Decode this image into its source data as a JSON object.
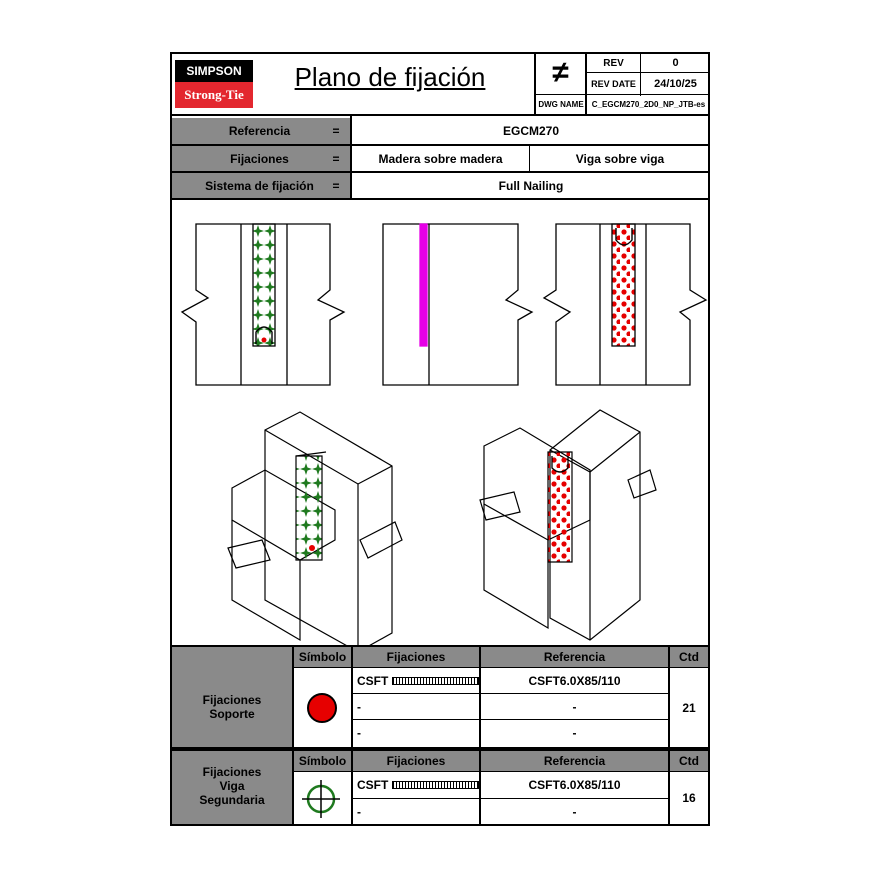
{
  "logo": {
    "top": "SIMPSON",
    "bottom": "Strong-Tie"
  },
  "header": {
    "title": "Plano de fijación",
    "rev_label": "REV",
    "rev_value": "0",
    "rev_date_label": "REV DATE",
    "rev_date_value": "24/10/25",
    "dwg_label": "DWG NAME",
    "dwg_value": "C_EGCM270_2D0_NP_JTB-es"
  },
  "info": {
    "rows": [
      {
        "label": "Referencia",
        "eq": "=",
        "value": "EGCM270"
      },
      {
        "label": "Fijaciones",
        "eq": "=",
        "value_a": "Madera sobre madera",
        "value_b": "Viga sobre viga"
      },
      {
        "label": "Sistema de fijación",
        "eq": "=",
        "value": "Full Nailing"
      }
    ]
  },
  "colors": {
    "green": "#1f7a1f",
    "red": "#e60000",
    "magenta": "#e600e6",
    "gray": "#8a8a8a"
  },
  "table1": {
    "group": "Fijaciones Soporte",
    "headers": {
      "symbol": "Símbolo",
      "fix": "Fijaciones",
      "ref": "Referencia",
      "qty": "Ctd"
    },
    "rows": [
      {
        "fix": "CSFT",
        "ref": "CSFT6.0X85/110"
      },
      {
        "fix": "-",
        "ref": "-"
      },
      {
        "fix": "-",
        "ref": "-"
      }
    ],
    "qty": "21",
    "symbol_icon": "red-circle-icon"
  },
  "table2": {
    "group": "Fijaciones Viga Segundaria",
    "headers": {
      "symbol": "Símbolo",
      "fix": "Fijaciones",
      "ref": "Referencia",
      "qty": "Ctd"
    },
    "rows": [
      {
        "fix": "CSFT",
        "ref": "CSFT6.0X85/110"
      },
      {
        "fix": "-",
        "ref": "-"
      }
    ],
    "qty": "16",
    "symbol_icon": "green-crosshair-icon"
  }
}
